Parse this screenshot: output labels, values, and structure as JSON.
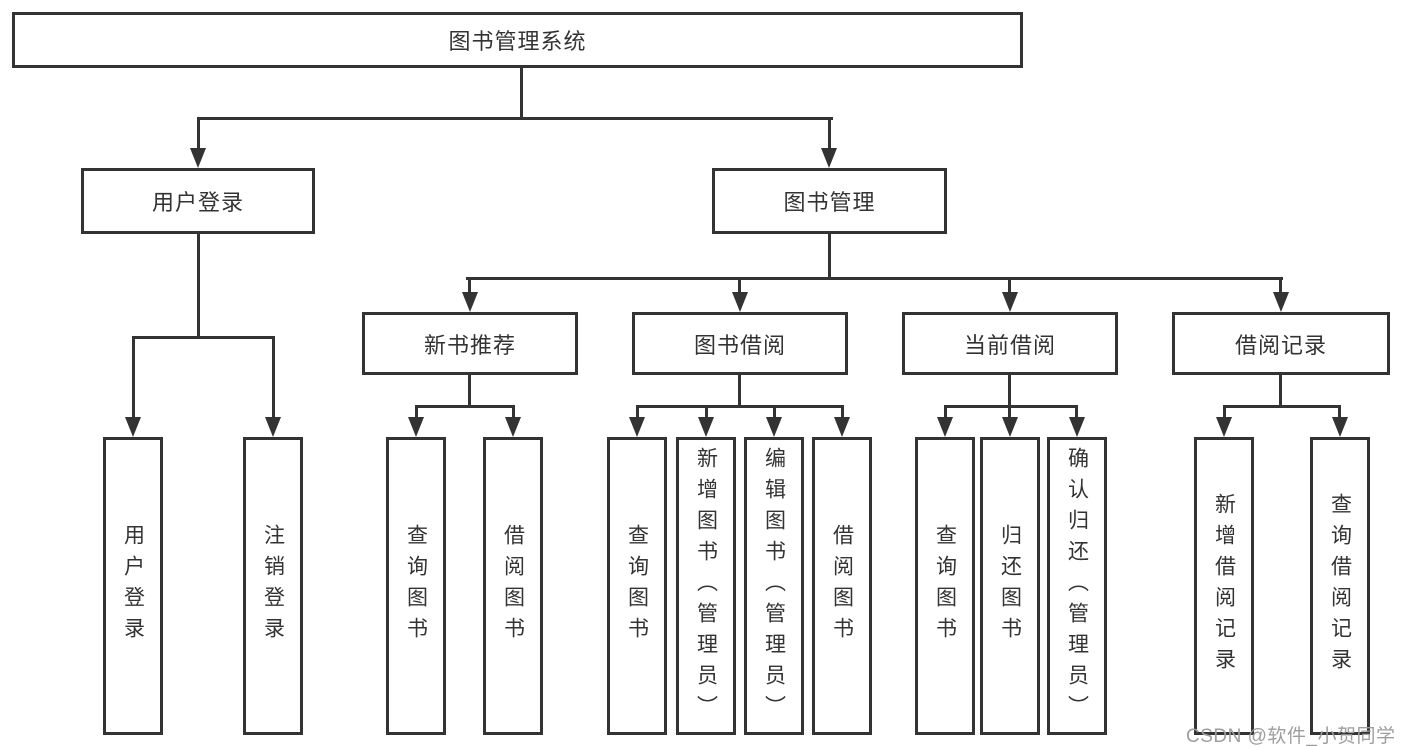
{
  "diagram_type": "hierarchy-tree",
  "tree": {
    "root": "图书管理系统",
    "level2": [
      {
        "label": "用户登录",
        "children": [
          "用户登录",
          "注销登录"
        ]
      },
      {
        "label": "图书管理",
        "children": [
          {
            "label": "新书推荐",
            "children": [
              "查询图书",
              "借阅图书"
            ]
          },
          {
            "label": "图书借阅",
            "children": [
              "查询图书",
              "新增图书（管理员）",
              "编辑图书（管理员）",
              "借阅图书"
            ]
          },
          {
            "label": "当前借阅",
            "children": [
              "查询图书",
              "归还图书",
              "确认归还（管理员）"
            ]
          },
          {
            "label": "借阅记录",
            "children": [
              "新增借阅记录",
              "查询借阅记录"
            ]
          }
        ]
      }
    ]
  },
  "watermark": {
    "text": "CSDN @软件_小贺同学"
  },
  "colors": {
    "line": "#333333",
    "box_border": "#333333",
    "text": "#333333",
    "watermark": "#9e9e9e",
    "background": "#ffffff"
  }
}
